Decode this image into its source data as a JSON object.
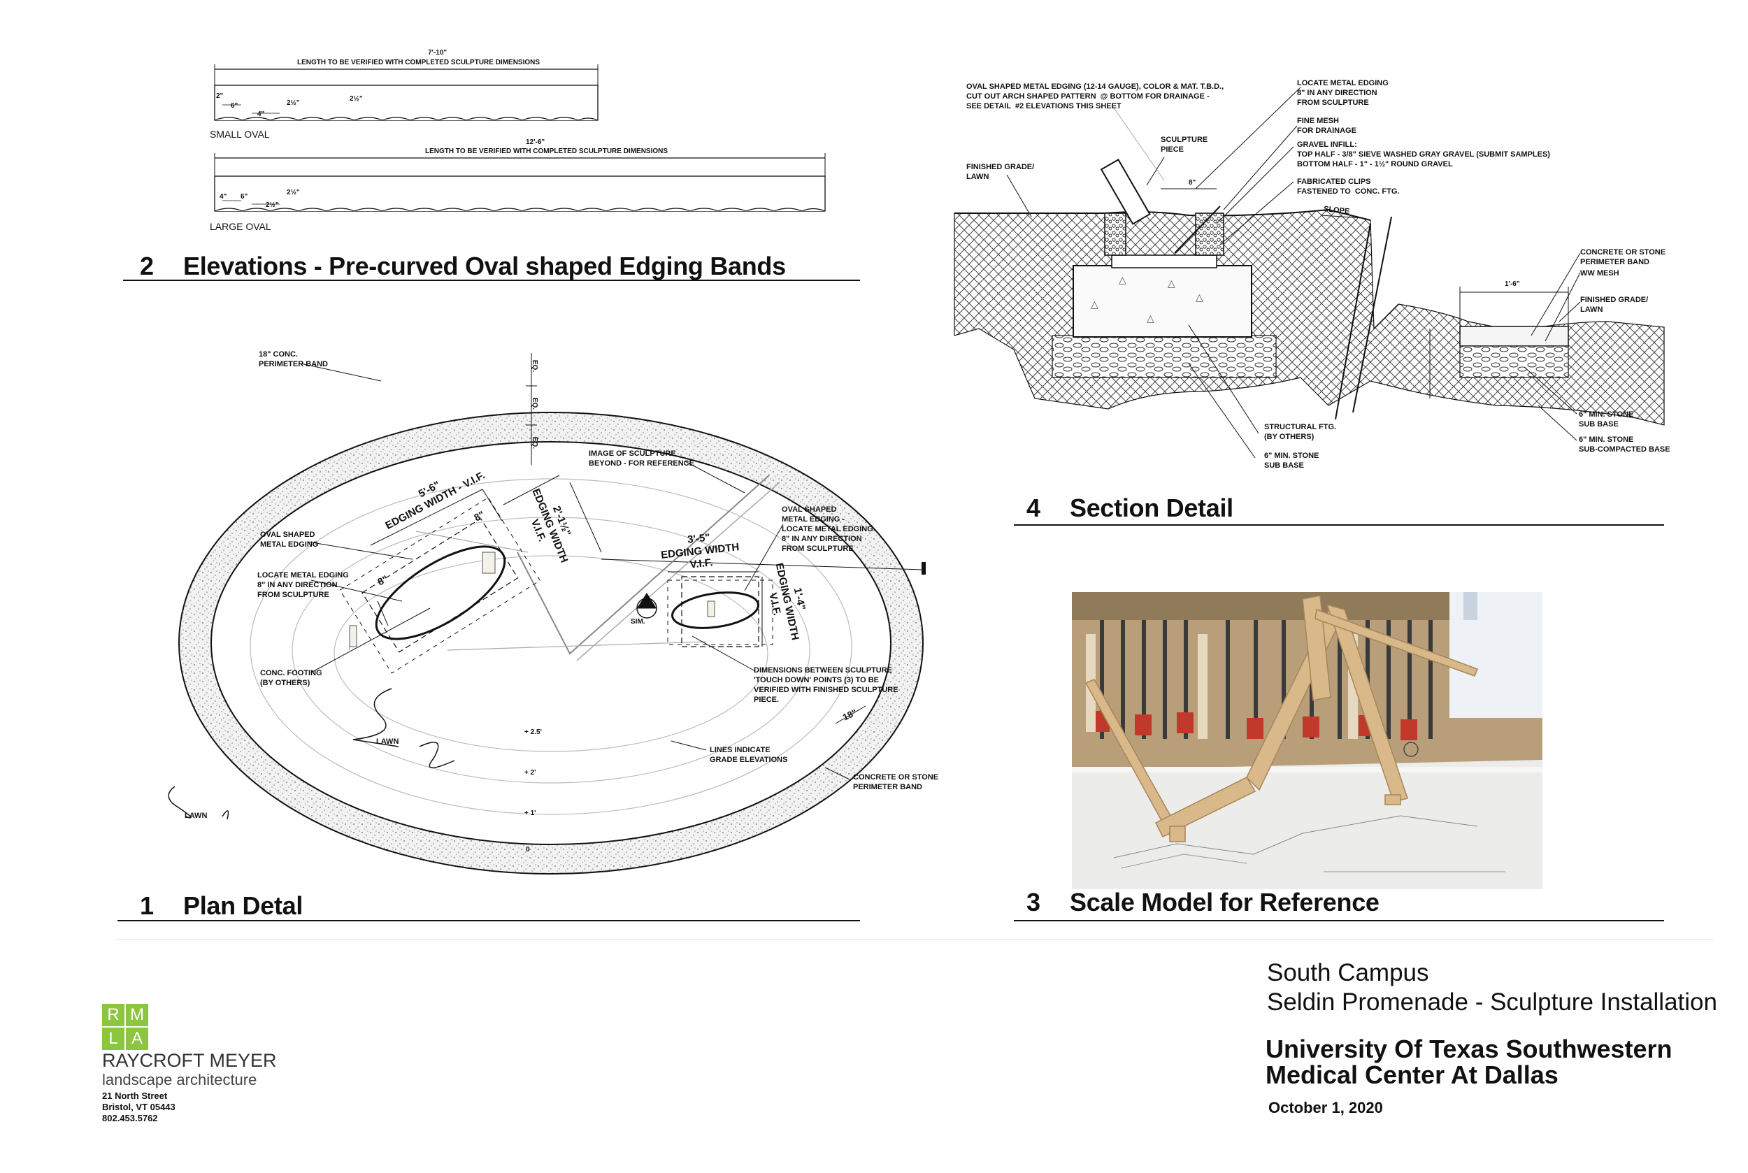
{
  "sheet": {
    "elevations": {
      "number": "2",
      "title": "Elevations  -  Pre-curved Oval shaped Edging Bands",
      "small_dim": "7'-10\"",
      "small_note": "LENGTH TO BE VERIFIED WITH COMPLETED SCULPTURE DIMENSIONS",
      "small_label": "SMALL OVAL",
      "large_dim": "12'-6\"",
      "large_note": "LENGTH TO BE VERIFIED WITH COMPLETED SCULPTURE DIMENSIONS",
      "large_label": "LARGE OVAL",
      "dims": [
        "2\"",
        "6\"",
        "4\"",
        "2½\"",
        "2½\"",
        "4\"",
        "6\"",
        "2½\"",
        "2½\""
      ]
    },
    "plan": {
      "number": "1",
      "title": "Plan Detal",
      "notes": [
        "18\" CONC.\nPERIMETER BAND",
        "IMAGE OF SCULPTURE\nBEYOND - FOR REFERENCE",
        "OVAL SHAPED\nMETAL EDGING",
        "LOCATE METAL EDGING\n8\" IN ANY DIRECTION\nFROM SCULPTURE",
        "OVAL SHAPED\nMETAL EDGING -\nLOCATE METAL EDGING\n8\" IN ANY DIRECTION\nFROM SCULPTURE",
        "CONC. FOOTING\n(BY OTHERS)",
        "DIMENSIONS BETWEEN SCULPTURE\n'TOUCH DOWN' POINTS (3) TO BE\nVERIFIED WITH FINISHED SCULPTURE\nPIECE.",
        "LINES INDICATE\nGRADE ELEVATIONS",
        "CONCRETE OR STONE\nPERIMETER BAND"
      ],
      "lawn": "LAWN",
      "eq": "EQ.",
      "sim": "SIM.",
      "dim_56": "5'-6\"",
      "edging_width_vif": "EDGING WIDTH - V.I.F.",
      "dim_8": "8\"",
      "dim_2": "2'-1½\"",
      "edging_width": "EDGING WIDTH",
      "vif": "V.I.F.",
      "dim_35": "3'-5\"",
      "dim_14": "1'-4\"",
      "dim_18": "18\"",
      "grades": [
        "+ 2.5'",
        "+ 2'",
        "+ 1'",
        "0"
      ]
    },
    "section": {
      "number": "4",
      "title": "Section Detail",
      "notes_left": [
        "OVAL SHAPED METAL EDGING (12-14 GAUGE), COLOR & MAT. T.B.D.,\nCUT OUT ARCH SHAPED PATTERN  @ BOTTOM FOR DRAINAGE -\nSEE DETAIL  #2 ELEVATIONS THIS SHEET",
        "SCULPTURE\nPIECE",
        "FINISHED GRADE/\nLAWN"
      ],
      "notes_right": [
        "LOCATE METAL EDGING\n8\" IN ANY DIRECTION\nFROM SCULPTURE",
        "FINE MESH\nFOR DRAINAGE",
        "GRAVEL INFILL:\nTOP HALF - 3/8\" SIEVE WASHED GRAY GRAVEL (SUBMIT SAMPLES)\nBOTTOM HALF - 1\" - 1½\" ROUND GRAVEL",
        "FABRICATED CLIPS\nFASTENED TO  CONC. FTG."
      ],
      "slope": "SLOPE",
      "dim_8": "8\"",
      "dim_16": "1'-6\"",
      "notes_far_right": [
        "CONCRETE OR STONE\nPERIMETER BAND",
        "WW MESH",
        "FINISHED GRADE/\nLAWN",
        "6\" MIN. STONE\nSUB BASE",
        "6\" MIN. STONE\nSUB-COMPACTED BASE"
      ],
      "notes_bottom": [
        "STRUCTURAL FTG.\n(BY OTHERS)",
        "6\" MIN. STONE\nSUB BASE"
      ]
    },
    "scale_model": {
      "number": "3",
      "title": "Scale Model for Reference"
    },
    "title_block": {
      "line1": "South Campus",
      "line2": "Seldin Promenade - Sculpture Installation",
      "line3": "University Of Texas  Southwestern",
      "line4": "Medical Center At Dallas",
      "date": "October 1, 2020"
    },
    "firm": {
      "monogram_r": "R",
      "monogram_m": "M",
      "monogram_l": "L",
      "monogram_a": "A",
      "name": "RAYCROFT MEYER",
      "discipline": "landscape architecture",
      "address1": "21 North Street",
      "address2": "Bristol, VT 05443",
      "phone": "802.453.5762"
    },
    "colors": {
      "ink": "#111111",
      "logo_green": "#8cc63f"
    }
  }
}
